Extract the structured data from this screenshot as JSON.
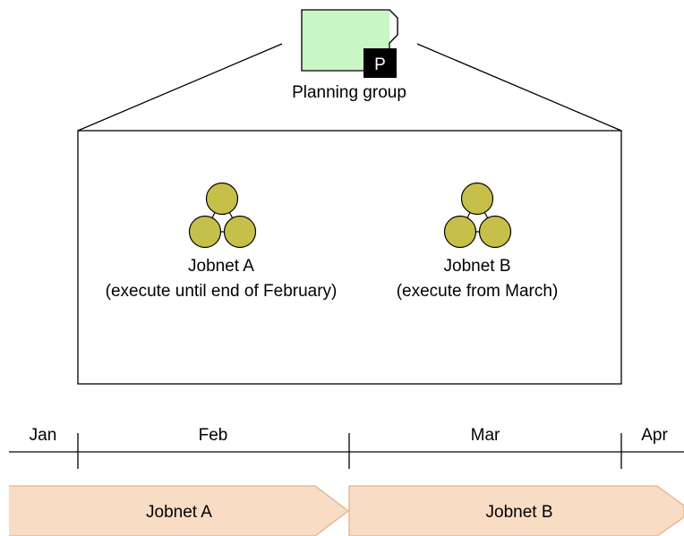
{
  "planning_group": {
    "label": "Planning group",
    "badge": "P",
    "icon": "planning-group-icon",
    "fill_color": "#c8f7c5",
    "badge_color": "#000000"
  },
  "jobnets": [
    {
      "name": "Jobnet A",
      "note": "(execute until end of February)",
      "icon": "jobnet-icon"
    },
    {
      "name": "Jobnet B",
      "note": "(execute from March)",
      "icon": "jobnet-icon"
    }
  ],
  "timeline": {
    "months": [
      "Jan",
      "Feb",
      "Mar",
      "Apr"
    ],
    "bars": [
      {
        "label": "Jobnet A",
        "from": "Jan",
        "to": "end of Feb"
      },
      {
        "label": "Jobnet B",
        "from": "Mar",
        "to": "Apr"
      }
    ],
    "bar_color": "#f8dcc4",
    "bar_border": "#e3b38c"
  },
  "colors": {
    "jobnet_circle": "#c6c04a",
    "line": "#000000"
  }
}
